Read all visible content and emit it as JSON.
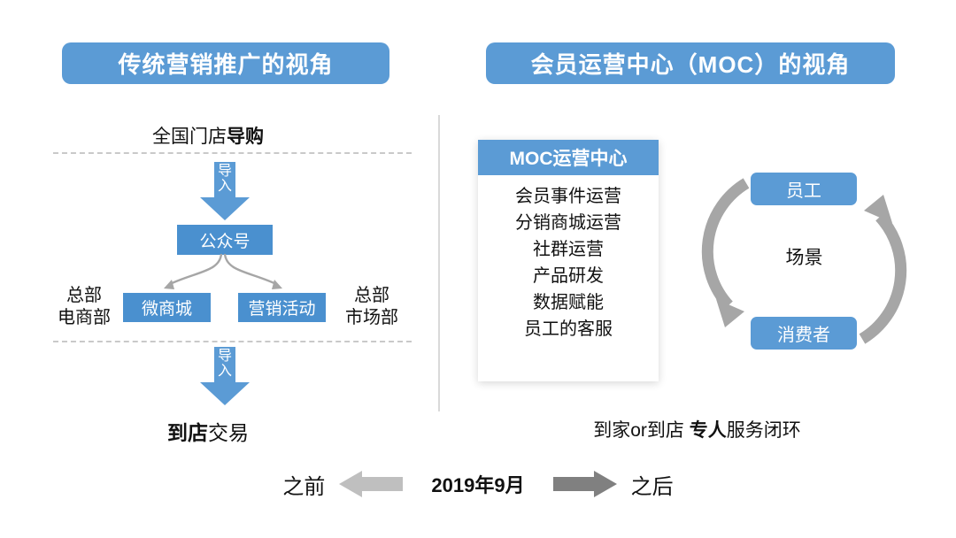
{
  "banners": {
    "left": "传统营销推广的视角",
    "right": "会员运营中心（MOC）的视角",
    "color": "#5B9BD5"
  },
  "left_panel": {
    "store_guide": {
      "prefix": "全国门店",
      "bold": "导购"
    },
    "import_arrow_1": {
      "char1": "导",
      "char2": "入"
    },
    "import_arrow_2": {
      "char1": "导",
      "char2": "入"
    },
    "official_account": "公众号",
    "branches": [
      {
        "label": "微商城"
      },
      {
        "label": "营销活动"
      }
    ],
    "side_labels": {
      "left_line1": "总部",
      "left_line2": "电商部",
      "right_line1": "总部",
      "right_line2": "市场部"
    },
    "store_deal": {
      "bold": "到店",
      "suffix": "交易"
    }
  },
  "right_panel": {
    "moc_card": {
      "header": "MOC运营中心",
      "items": [
        "会员事件运营",
        "分销商城运营",
        "社群运营",
        "产品研发",
        "数据赋能",
        "员工的客服"
      ]
    },
    "cycle": {
      "top": "员工",
      "bottom": "消费者",
      "center": "场景",
      "arrow_color": "#A6A6A6"
    },
    "service_loop": {
      "prefix": "到家or到店 ",
      "bold": "专人",
      "suffix": "服务闭环"
    }
  },
  "timeline": {
    "before": "之前",
    "date": "2019年9月",
    "after": "之后",
    "left_arrow_color": "#BFBFBF",
    "right_arrow_color": "#808080"
  }
}
